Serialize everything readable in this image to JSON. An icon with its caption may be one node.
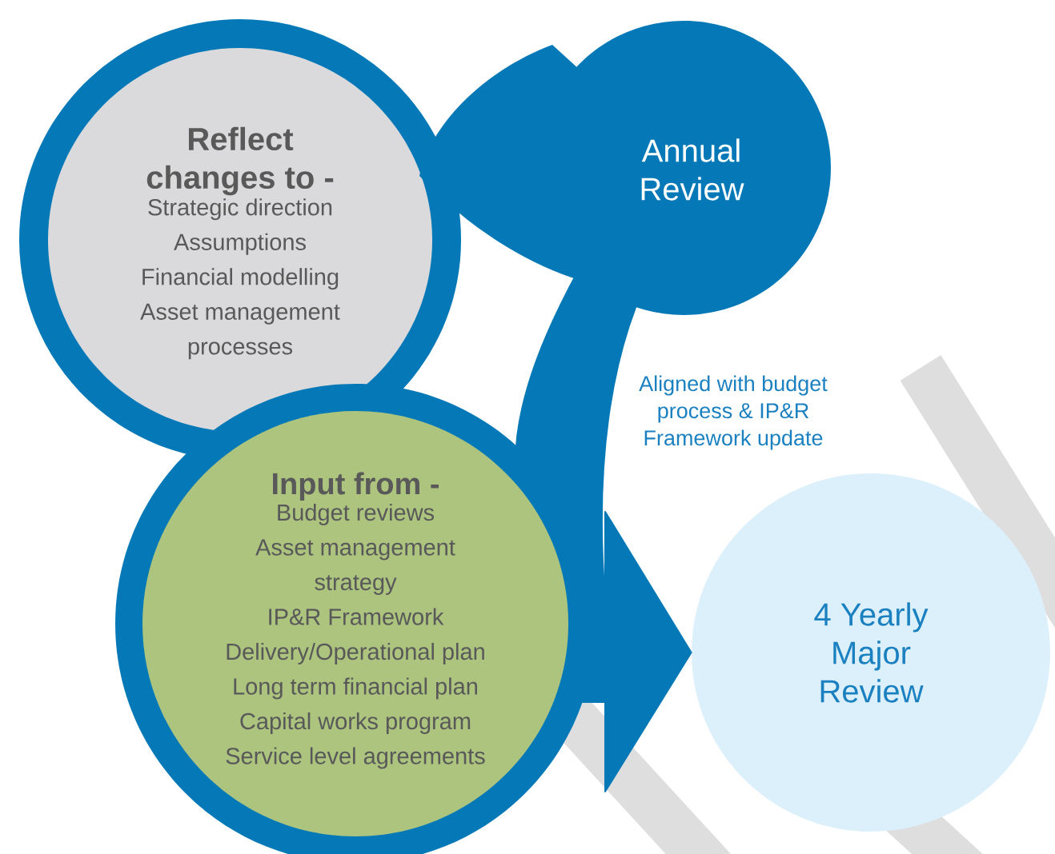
{
  "diagram": {
    "nodes": [
      {
        "text": [
          "Reflect changes to -",
          "Strategic direction",
          "Assumptions",
          "Financial modelling",
          "Asset management processes"
        ]
      },
      {
        "text": [
          "Annual Review"
        ]
      },
      {
        "text": [
          "Input from -",
          "Budget reviews",
          "Asset management strategy",
          "IP&R Framework",
          "Delivery/Operational plan",
          "Long term financial plan",
          "Capital works program",
          "Service level agreements"
        ]
      },
      {
        "text": [
          "4 Yearly Major Review"
        ]
      }
    ],
    "edges": [
      {
        "from": 1,
        "to": 3,
        "arrow": "to",
        "style": "thick"
      }
    ],
    "labels": [
      "Aligned with budget process & IP&R Framework update"
    ]
  }
}
